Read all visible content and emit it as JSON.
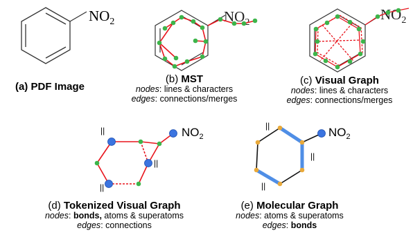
{
  "panels": {
    "a": {
      "letter": "(a)",
      "title": "PDF Image",
      "formula": {
        "main": "NO",
        "sub": "2"
      }
    },
    "b": {
      "letter": "(b)",
      "title": "MST",
      "formula": {
        "main": "NO",
        "sub": "2"
      },
      "nodes_key": "nodes",
      "nodes_text": ": lines & characters",
      "edges_key": "edges",
      "edges_text": ": connections/merges"
    },
    "c": {
      "letter": "(c)",
      "title": "Visual Graph",
      "formula": {
        "main": "NO",
        "sub": "2"
      },
      "nodes_key": "nodes",
      "nodes_text": ": lines & characters",
      "edges_key": "edges",
      "edges_text": ": connections/merges"
    },
    "d": {
      "letter": "(d)",
      "title": "Tokenized Visual Graph",
      "formula": {
        "main": "NO",
        "sub": "2"
      },
      "double_bond_mark": "||",
      "nodes_key": "nodes",
      "nodes_sep": ": ",
      "nodes_bold": "bonds,",
      "nodes_text": " atoms & superatoms",
      "edges_key": "edges",
      "edges_text": ": connections"
    },
    "e": {
      "letter": "(e)",
      "title": "Molecular Graph",
      "formula": {
        "main": "NO",
        "sub": "2"
      },
      "double_bond_mark": "||",
      "nodes_key": "nodes",
      "nodes_text": ": atoms & superatoms",
      "edges_key": "edges",
      "edges_sep": ": ",
      "edges_bold": "bonds"
    }
  },
  "colors": {
    "line": "#333333",
    "red": "#e8141c",
    "green": "#3db54a",
    "blue": "#3b74e0",
    "orange": "#e9a93a",
    "bond_blue": "#4f8ee6"
  }
}
